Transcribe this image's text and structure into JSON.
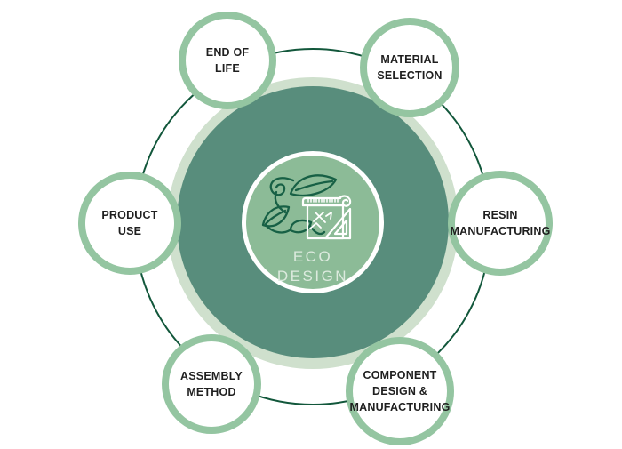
{
  "title": "Eco design lifecycle diagram",
  "hub": {
    "label_lines": [
      "ECO",
      "DESIGN"
    ],
    "icon": "leaves-and-drafting-tools-icon"
  },
  "nodes": [
    {
      "id": "end-of-life",
      "lines": [
        "END OF",
        "LIFE"
      ]
    },
    {
      "id": "material-selection",
      "lines": [
        "MATERIAL",
        "SELECTION"
      ]
    },
    {
      "id": "resin-manufacturing",
      "lines": [
        "RESIN",
        "MANUFACTURING"
      ]
    },
    {
      "id": "component-design-manufacturing",
      "lines": [
        "COMPONENT",
        "DESIGN &",
        "MANUFACTURING"
      ]
    },
    {
      "id": "assembly-method",
      "lines": [
        "ASSEMBLY",
        "METHOD"
      ]
    },
    {
      "id": "product-use",
      "lines": [
        "PRODUCT",
        "USE"
      ]
    }
  ],
  "colors": {
    "background": "#ffffff",
    "orbit_ring": "#12573b",
    "outer_halo": "#cfe0cd",
    "main_circle": "#588d7c",
    "hub_fill": "#8cbb97",
    "hub_border": "#ffffff",
    "hub_label": "#dceade",
    "node_border": "#94c5a1",
    "node_fill": "#ffffff",
    "node_text": "#1f1f1f",
    "leaf_stroke": "#176045",
    "tools_stroke": "#ffffff"
  }
}
